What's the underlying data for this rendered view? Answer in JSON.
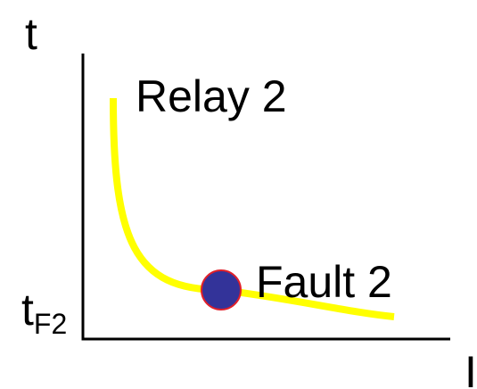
{
  "axes": {
    "y_label": "t",
    "x_label": "I",
    "y_tick_main": "t",
    "y_tick_sub": "F2"
  },
  "curve": {
    "label": "Relay 2",
    "color": "#ffff00"
  },
  "point": {
    "label": "Fault 2",
    "fill_color": "#333399",
    "stroke_color": "#e0202a"
  },
  "axis_color": "#000000"
}
